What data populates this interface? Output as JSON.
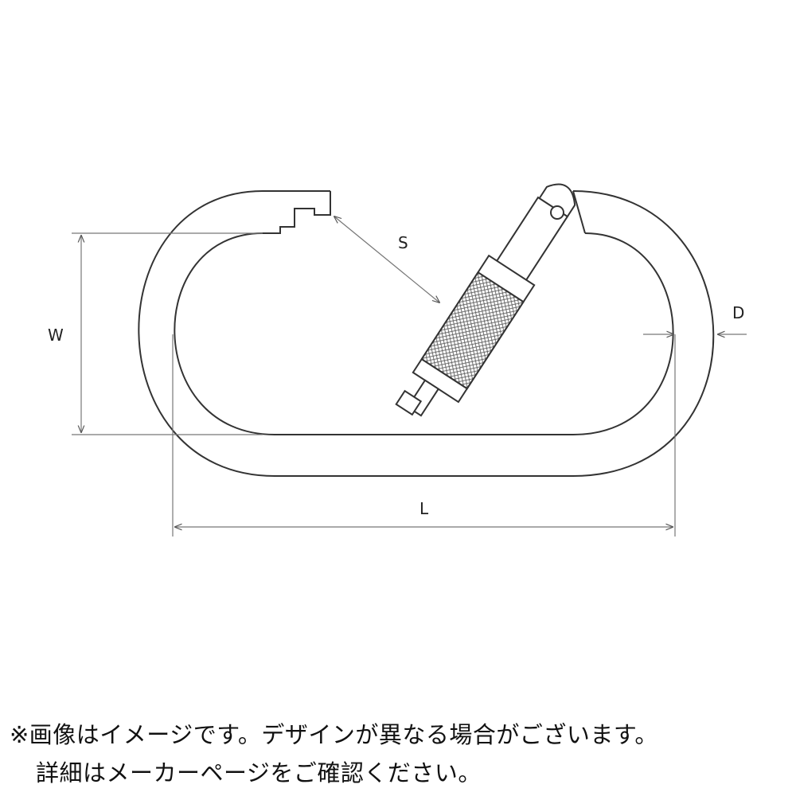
{
  "diagram": {
    "labels": {
      "length": "L",
      "width": "W",
      "opening": "S",
      "diameter": "D"
    }
  },
  "notes": {
    "line1": "※画像はイメージです。デザインが異なる場合がございます。",
    "line2": "詳細はメーカーページをご確認ください。"
  }
}
